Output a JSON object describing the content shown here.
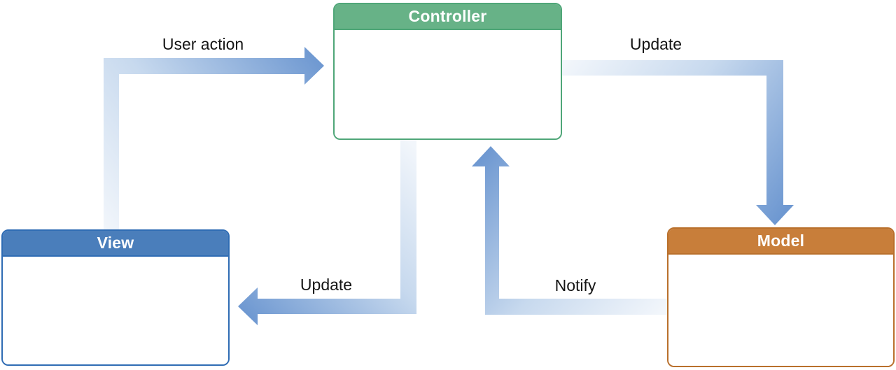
{
  "diagram": {
    "background": "#ffffff",
    "nodes": {
      "controller": {
        "title": "Controller",
        "header_color": "#67b287",
        "border_color": "#4fa678"
      },
      "view": {
        "title": "View",
        "header_color": "#4a7ebb",
        "border_color": "#2f6cb4"
      },
      "model": {
        "title": "Model",
        "header_color": "#c87e3a",
        "border_color": "#b9702c"
      }
    },
    "edges": {
      "user_action": {
        "label": "User action",
        "from": "View",
        "to": "Controller"
      },
      "update_model": {
        "label": "Update",
        "from": "Controller",
        "to": "Model"
      },
      "update_view": {
        "label": "Update",
        "from": "Controller",
        "to": "View"
      },
      "notify": {
        "label": "Notify",
        "from": "Model",
        "to": "Controller"
      }
    },
    "arrow_gradient": {
      "start": "#f2f6fb",
      "mid": "#c7d9ee",
      "end": "#6e98d1"
    }
  }
}
